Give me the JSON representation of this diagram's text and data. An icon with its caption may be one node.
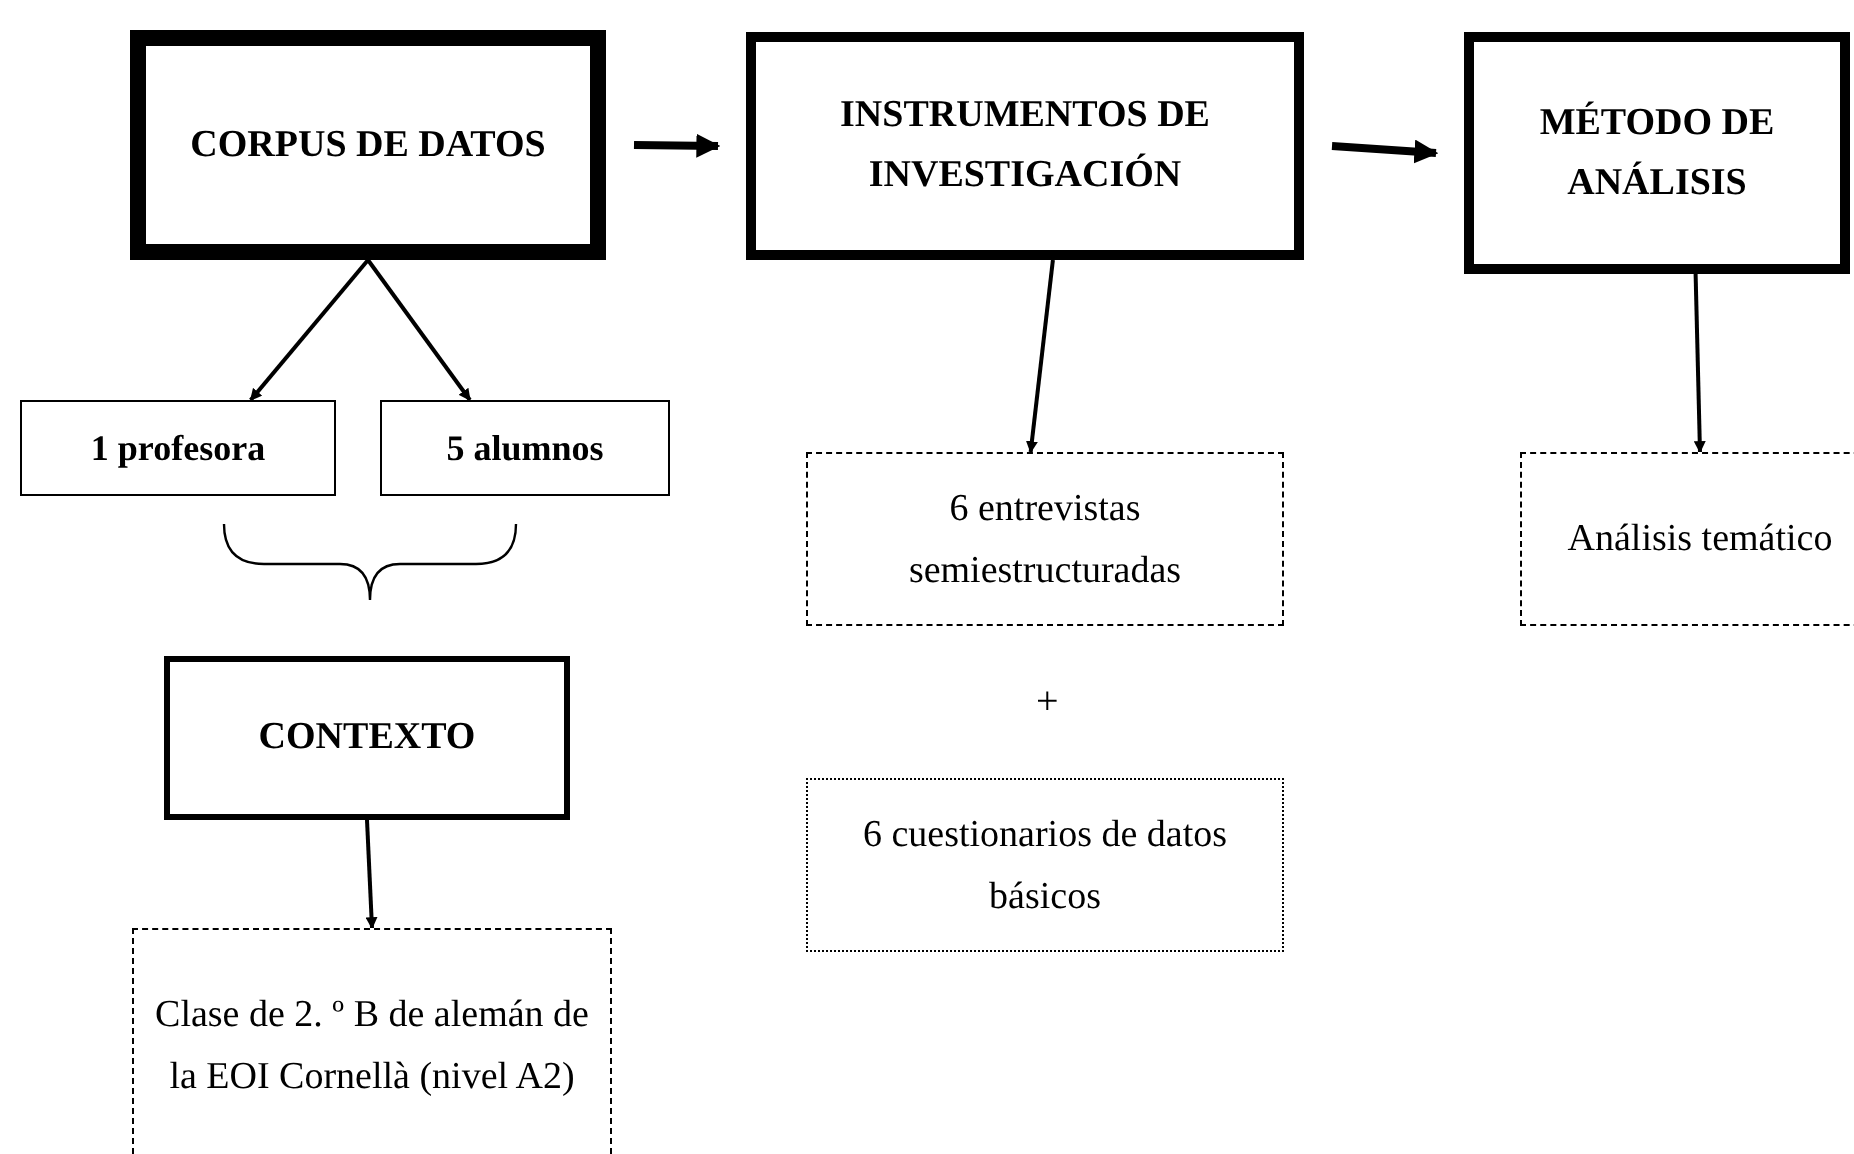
{
  "diagram": {
    "nodes": [
      {
        "text": [
          "CORPUS DE DATOS"
        ]
      },
      {
        "text": [
          "INSTRUMENTOS DE INVESTIGACIÓN"
        ]
      },
      {
        "text": [
          "MÉTODO DE ANÁLISIS"
        ]
      },
      {
        "text": [
          "1 profesora"
        ]
      },
      {
        "text": [
          "5 alumnos"
        ]
      },
      {
        "text": [
          "CONTEXTO"
        ]
      },
      {
        "text": [
          "Clase de 2. º B de alemán de la EOI Cornellà (nivel A2)"
        ]
      },
      {
        "text": [
          "6 entrevistas semiestructuradas"
        ]
      },
      {
        "text": [
          "6 cuestionarios de datos básicos"
        ]
      },
      {
        "text": [
          "Análisis temático"
        ]
      }
    ],
    "edges": [
      {
        "from": 0,
        "to": 1,
        "arrow": "to",
        "style": "thick"
      },
      {
        "from": 1,
        "to": 2,
        "arrow": "to",
        "style": "thick"
      },
      {
        "from": 0,
        "to": 3,
        "arrow": "to"
      },
      {
        "from": 0,
        "to": 4,
        "arrow": "to"
      },
      {
        "from": 1,
        "to": 7,
        "arrow": "to"
      },
      {
        "from": 2,
        "to": 9,
        "arrow": "to"
      },
      {
        "from": 5,
        "to": 6,
        "arrow": "to"
      }
    ],
    "labels": [
      "+"
    ]
  }
}
